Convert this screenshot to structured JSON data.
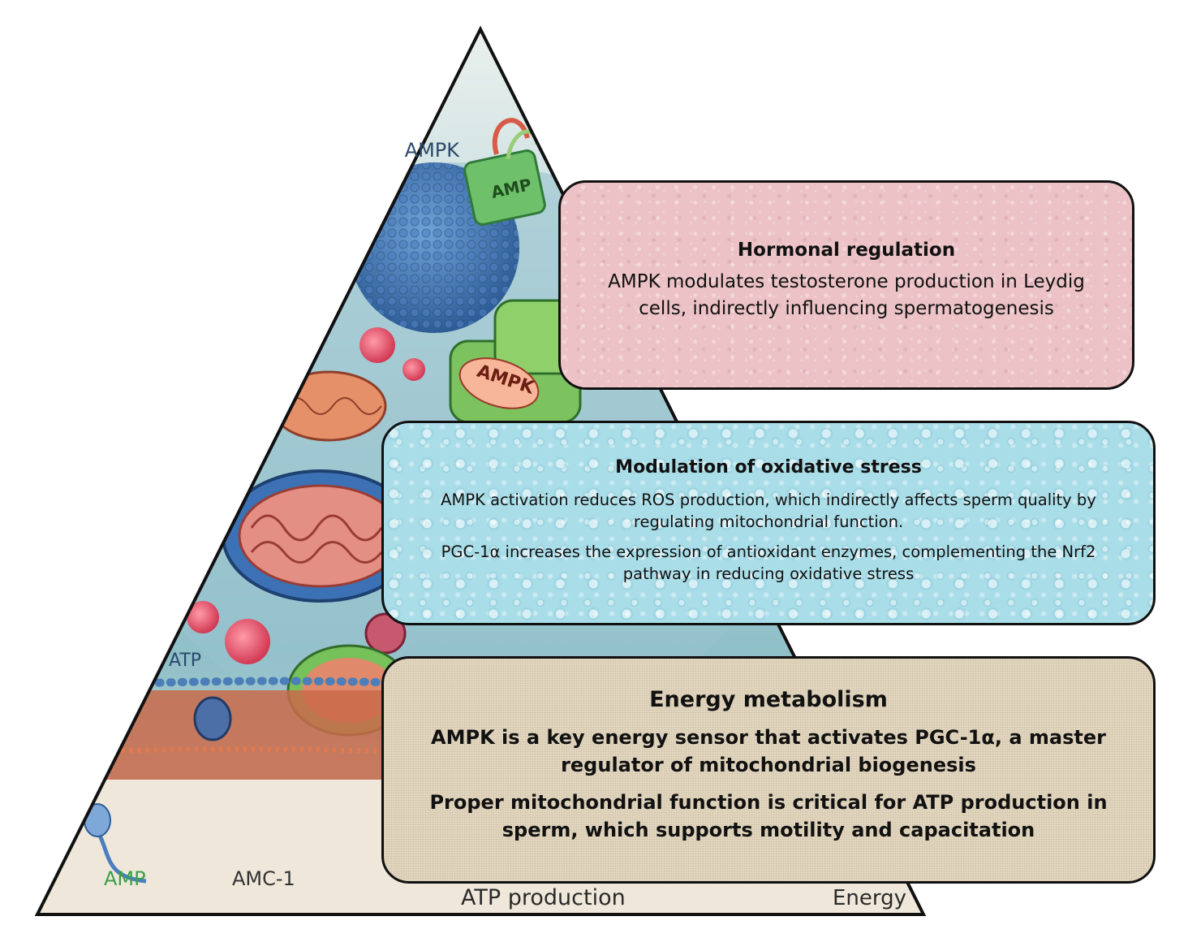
{
  "pyramid_image": {
    "labels": {
      "top": "AMPK",
      "box_amp": "AMP",
      "capsule": "AMPK",
      "left_atp": "ATP",
      "bottom_amp": "AMP",
      "bottom_amc": "AMC-1",
      "bottom_atp_production": "ATP production",
      "bottom_energy": "Energy"
    }
  },
  "tiers": {
    "hormonal": {
      "title": "Hormonal regulation",
      "text": "AMPK modulates testosterone production in Leydig cells, indirectly influencing spermatogenesis"
    },
    "oxidative": {
      "title": "Modulation of oxidative stress",
      "text1": "AMPK activation reduces ROS production, which indirectly affects sperm quality by regulating mitochondrial function.",
      "text2": "PGC-1α increases the expression of antioxidant enzymes, complementing the Nrf2 pathway in reducing oxidative stress"
    },
    "energy": {
      "title": "Energy metabolism",
      "text1": "AMPK is a key energy sensor that activates PGC-1α, a master regulator of mitochondrial biogenesis",
      "text2": "Proper mitochondrial function is critical for ATP production in sperm, which supports motility and capacitation"
    }
  },
  "colors": {
    "hormonal_bg": "#ecc2c6",
    "oxidative_bg": "#a9dde8",
    "energy_bg": "#e2d6bf",
    "outline": "#111111"
  }
}
